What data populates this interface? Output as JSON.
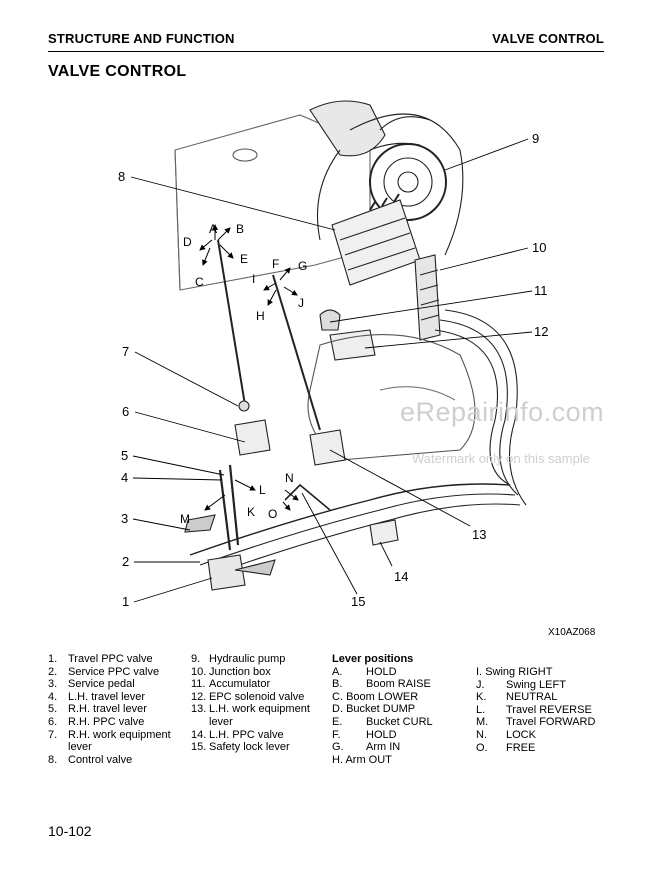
{
  "header": {
    "left": "STRUCTURE AND FUNCTION",
    "right": "VALVE CONTROL"
  },
  "title": "VALVE CONTROL",
  "figure": {
    "id": "X10AZ068",
    "callouts": [
      "1",
      "2",
      "3",
      "4",
      "5",
      "6",
      "7",
      "8",
      "9",
      "10",
      "11",
      "12",
      "13",
      "14",
      "15"
    ],
    "direction_letters": [
      "A",
      "B",
      "C",
      "D",
      "E",
      "F",
      "G",
      "H",
      "I",
      "J",
      "K",
      "L",
      "M",
      "N",
      "O"
    ]
  },
  "watermark": {
    "text": "eRepairinfo.com",
    "note": "Watermark only on this sample"
  },
  "parts_col1": [
    {
      "num": "1.",
      "text": "Travel PPC valve"
    },
    {
      "num": "2.",
      "text": "Service PPC valve"
    },
    {
      "num": "3.",
      "text": "Service pedal"
    },
    {
      "num": "4.",
      "text": "L.H. travel lever"
    },
    {
      "num": "5.",
      "text": "R.H. travel lever"
    },
    {
      "num": "6.",
      "text": "R.H. PPC valve"
    },
    {
      "num": "7.",
      "text": "R.H.  work  equipment",
      "cont": "lever"
    },
    {
      "num": "8.",
      "text": "Control valve"
    }
  ],
  "parts_col2": [
    {
      "num": "9.",
      "text": "Hydraulic pump"
    },
    {
      "num": "10.",
      "text": "Junction box"
    },
    {
      "num": "11.",
      "text": "Accumulator"
    },
    {
      "num": "12.",
      "text": "EPC solenoid valve"
    },
    {
      "num": "13.",
      "text": "L.H.  work  equipment",
      "cont": "lever"
    },
    {
      "num": "14.",
      "text": "L.H. PPC valve"
    },
    {
      "num": "15.",
      "text": "Safety lock lever"
    }
  ],
  "lever_positions": {
    "heading": "Lever positions",
    "col1": [
      {
        "key": "A.",
        "val": "HOLD"
      },
      {
        "key": "B.",
        "val": "Boom RAISE"
      },
      {
        "key": "C.",
        "val": "Boom LOWER",
        "inline": true
      },
      {
        "key": "D.",
        "val": "Bucket DUMP",
        "inline": true
      },
      {
        "key": "E.",
        "val": "Bucket CURL"
      },
      {
        "key": "F.",
        "val": "HOLD"
      },
      {
        "key": "G.",
        "val": "Arm IN"
      },
      {
        "key": "H.",
        "val": "Arm OUT",
        "inline": true
      }
    ],
    "col2": [
      {
        "key": "I.",
        "val": "Swing RIGHT",
        "inline": true
      },
      {
        "key": "J.",
        "val": "Swing LEFT"
      },
      {
        "key": "K.",
        "val": "NEUTRAL"
      },
      {
        "key": "L.",
        "val": "Travel REVERSE"
      },
      {
        "key": "M.",
        "val": "Travel FORWARD"
      },
      {
        "key": "N.",
        "val": "LOCK"
      },
      {
        "key": "O.",
        "val": "FREE"
      }
    ]
  },
  "page_number": "10-102"
}
